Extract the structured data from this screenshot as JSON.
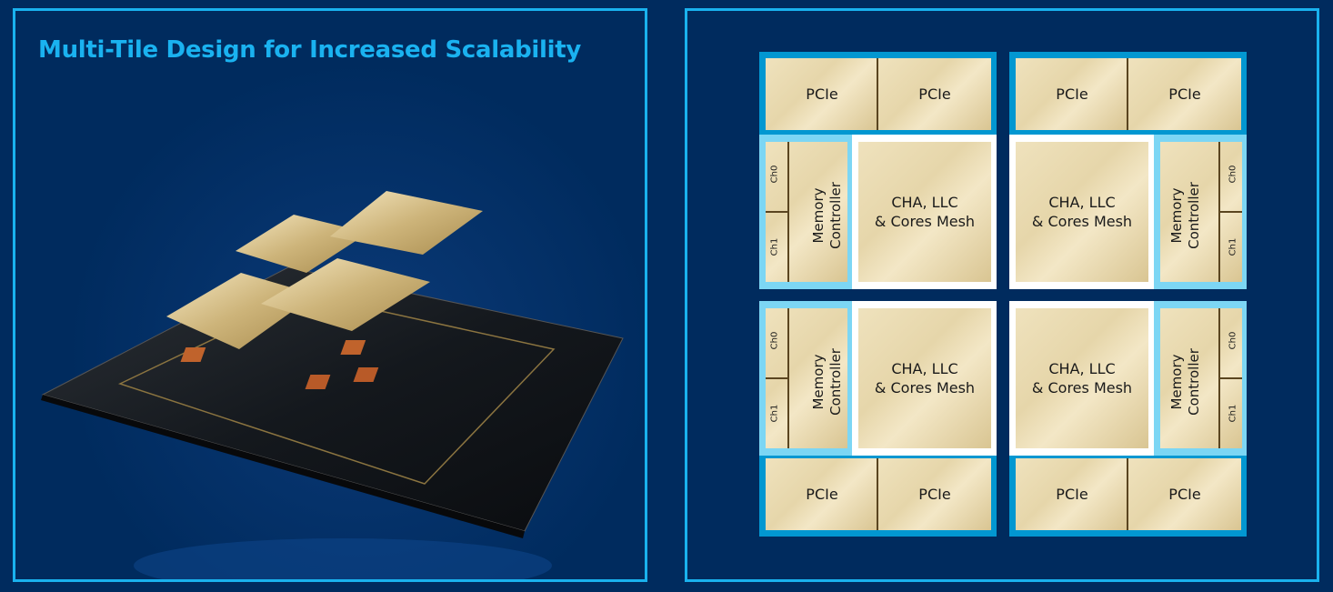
{
  "left_panel": {
    "title": "Multi-Tile Design for Increased Scalability"
  },
  "diagram": {
    "pcie_label": "PCIe",
    "memory_controller_label_line1": "Memory",
    "memory_controller_label_line2": "Controller",
    "core_label_line1": "CHA, LLC",
    "core_label_line2": "& Cores Mesh",
    "channel0": "Ch0",
    "channel1": "Ch1"
  },
  "colors": {
    "background": "#002b5e",
    "accent": "#19b2ee",
    "pcie_frame": "#0297d1",
    "mc_frame": "#7cd6f4"
  }
}
